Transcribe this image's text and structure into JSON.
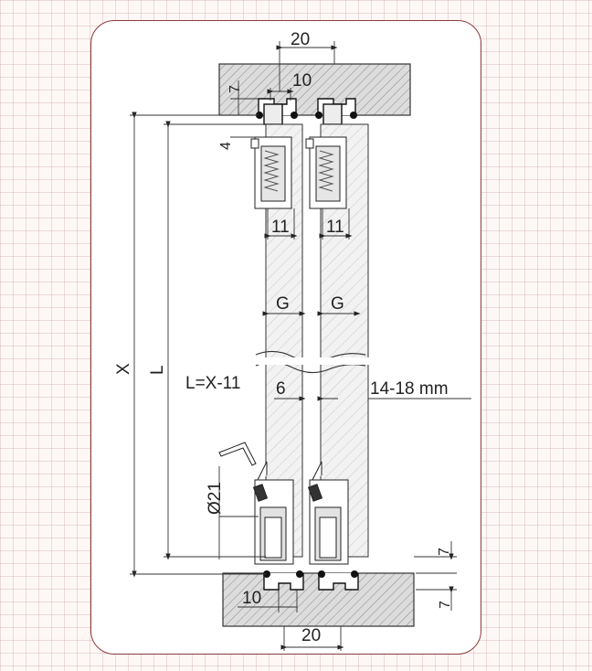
{
  "diagram": {
    "labels": {
      "top_width": "20",
      "top_inner": "10",
      "top_offset": "7",
      "top_gap": "4",
      "gauge_left": "11",
      "gauge_right": "11",
      "g_left": "G",
      "g_right": "G",
      "x_dim": "X",
      "l_dim": "L",
      "formula": "L=X-11",
      "gap_6": "6",
      "thickness": "14-18 mm",
      "diameter": "Ø21",
      "bottom_inner": "10",
      "bottom_width": "20",
      "bottom_7a": "7",
      "bottom_7b": "7"
    }
  }
}
